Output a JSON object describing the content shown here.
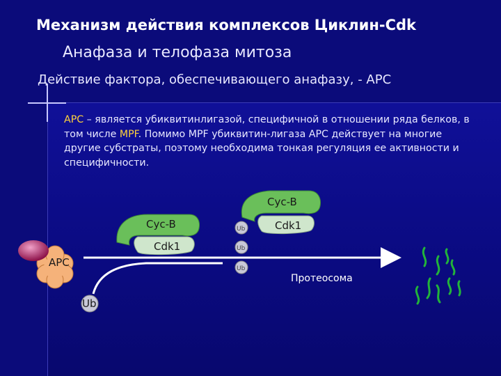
{
  "header": {
    "title": "Механизм действия комплексов Циклин-Cdk",
    "subtitle": "Анафаза и телофаза митоза",
    "subtitle2": "Действие фактора, обеспечивающего анафазу, - APC"
  },
  "description": {
    "p1": "APC",
    "p2": " – является убиквитинлигазой, специфичной в отношении ряда белков, в том числе ",
    "p3": "MPF",
    "p4": ". Помимо MPF убиквитин-лигаза APC действует на многие другие субстраты, поэтому необходима тонкая регуляция ее активности и специфичности."
  },
  "diagram": {
    "left_cyc": "Cyc-B",
    "left_cdk": "Cdk1",
    "apc": "APC",
    "ub_free": "Ub",
    "ub_chain": [
      "Ub",
      "Ub",
      "Ub"
    ],
    "right_cyc": "Cyc-B",
    "right_cdk": "Cdk1",
    "proteasome": "Протеосома",
    "colors": {
      "green_blob": "#6abf5a",
      "cdk_blob": "#cfe6cc",
      "apc_flower": "#f5b27a",
      "pink_ball": "#c0306a",
      "ub_circle": "#c8c8d8",
      "fragments": "#22b43a"
    }
  }
}
